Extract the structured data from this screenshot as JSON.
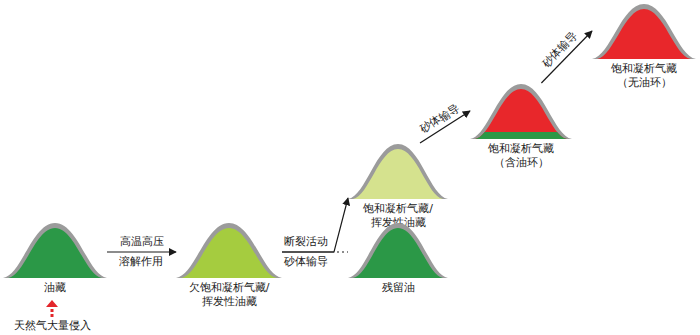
{
  "diagram": {
    "nodes": [
      {
        "text": [
          "油藏"
        ]
      },
      {
        "text": [
          "欠饱和凝析气藏/ 挥发性油藏"
        ]
      },
      {
        "text": [
          "饱和凝析气藏/ 挥发性油藏"
        ]
      },
      {
        "text": [
          "残留油"
        ]
      },
      {
        "text": [
          "饱和凝析气藏 （含油环）"
        ]
      },
      {
        "text": [
          "饱和凝析气藏 （无油环）"
        ]
      }
    ],
    "edges": [
      {
        "from": 0,
        "to": 1,
        "arrow": "to",
        "label": "高温高压"
      },
      {
        "from": 1,
        "to": 2,
        "arrow": "to"
      },
      {
        "from": 1,
        "to": 3,
        "arrow": "none"
      },
      {
        "from": 2,
        "to": 4,
        "arrow": "to",
        "label": "砂体输导"
      },
      {
        "from": 4,
        "to": 5,
        "arrow": "to",
        "label": "砂体输导"
      }
    ],
    "labels": [
      "溶解作用",
      "断裂活动",
      "砂体输导",
      "天然气大量侵入"
    ]
  }
}
